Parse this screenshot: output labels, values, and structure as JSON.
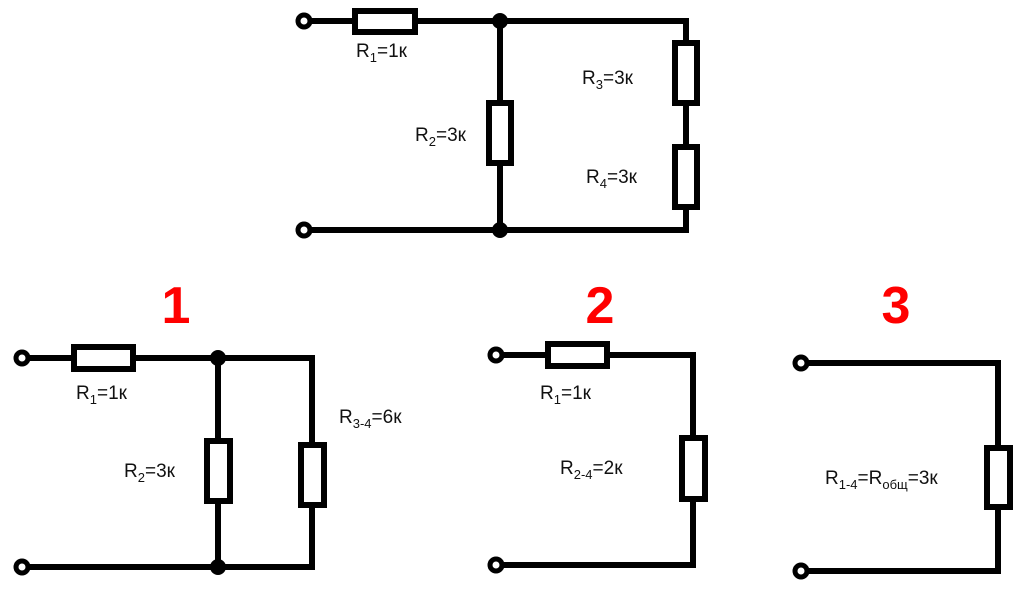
{
  "title": "Пошаговое упрощение цепи резисторов",
  "colors": {
    "wire": "#000000",
    "step_number": "#ff0000",
    "label": "#111111"
  },
  "original_circuit": {
    "resistors": [
      {
        "id": "R1",
        "name": "R",
        "sub": "1",
        "value": "=1к"
      },
      {
        "id": "R2",
        "name": "R",
        "sub": "2",
        "value": "=3к"
      },
      {
        "id": "R3",
        "name": "R",
        "sub": "3",
        "value": "=3к"
      },
      {
        "id": "R4",
        "name": "R",
        "sub": "4",
        "value": "=3к"
      }
    ]
  },
  "steps": [
    {
      "number": "1",
      "resistors": [
        {
          "id": "R1",
          "name": "R",
          "sub": "1",
          "value": "=1к"
        },
        {
          "id": "R2",
          "name": "R",
          "sub": "2",
          "value": "=3к"
        },
        {
          "id": "R3-4",
          "name": "R",
          "sub": "3-4",
          "value": "=6к"
        }
      ]
    },
    {
      "number": "2",
      "resistors": [
        {
          "id": "R1",
          "name": "R",
          "sub": "1",
          "value": "=1к"
        },
        {
          "id": "R2-4",
          "name": "R",
          "sub": "2-4",
          "value": "=2к"
        }
      ]
    },
    {
      "number": "3",
      "resistors": [
        {
          "id": "R1-4",
          "name": "R",
          "sub": "1-4",
          "mid": "=R",
          "sub2": "общ",
          "value": "=3к"
        }
      ]
    }
  ]
}
